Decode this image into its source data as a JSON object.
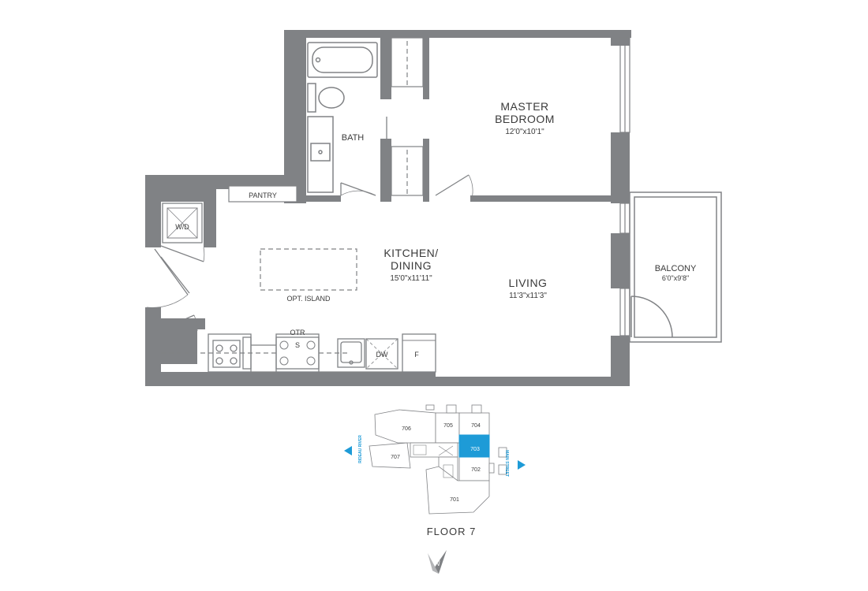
{
  "plan": {
    "rooms": {
      "master_bedroom": {
        "name_line1": "MASTER",
        "name_line2": "BEDROOM",
        "dims": "12'0\"x10'1\""
      },
      "bath": {
        "name": "BATH"
      },
      "pantry": {
        "name": "PANTRY"
      },
      "washer_dryer": {
        "name": "W/D"
      },
      "kitchen_dining": {
        "name_line1": "KITCHEN/",
        "name_line2": "DINING",
        "dims": "15'0\"x11'11\""
      },
      "opt_island": {
        "name": "OPT. ISLAND"
      },
      "living": {
        "name": "LIVING",
        "dims": "11'3\"x11'3\""
      },
      "balcony": {
        "name": "BALCONY",
        "dims": "6'0\"x9'8\""
      }
    },
    "appliances": {
      "otr": "OTR",
      "stove": "S",
      "dishwasher": "DW",
      "fridge": "F"
    }
  },
  "key_plan": {
    "title": "FLOOR 7",
    "units": [
      "706",
      "705",
      "704",
      "707",
      "703",
      "702",
      "701"
    ],
    "highlighted_unit": "703",
    "left_street": "RIDEAU RIVER",
    "right_street": "MAIN STREET",
    "compass": "N",
    "colors": {
      "highlight": "#1e9bd7",
      "street": "#1e9bd7",
      "wall": "#808285"
    }
  }
}
